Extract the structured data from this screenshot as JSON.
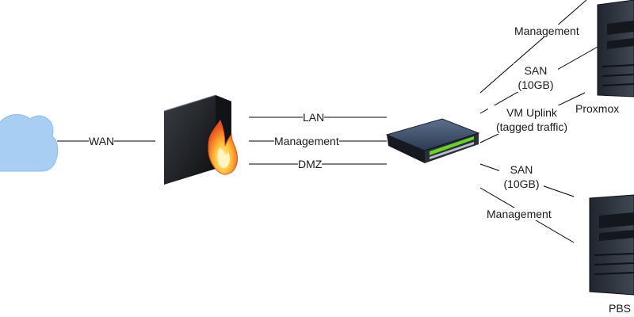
{
  "links": {
    "wan": "WAN",
    "lan": "LAN",
    "management_fw": "Management",
    "dmz": "DMZ",
    "management_proxmox": "Management",
    "san_proxmox_line1": "SAN",
    "san_proxmox_line2": "(10GB)",
    "vm_uplink_line1": "VM Uplink",
    "vm_uplink_line2": "(tagged traffic)",
    "san_pbs_line1": "SAN",
    "san_pbs_line2": "(10GB)",
    "management_pbs": "Management"
  },
  "nodes": {
    "internet": {
      "icon": "cloud-icon"
    },
    "firewall": {
      "icon": "firewall-icon"
    },
    "switch": {
      "icon": "network-switch-icon"
    },
    "proxmox": {
      "label": "Proxmox",
      "icon": "server-tower-icon"
    },
    "pbs": {
      "label": "PBS",
      "icon": "server-tower-icon"
    }
  },
  "colors": {
    "cloud": "#a9cef4",
    "line": "#000000",
    "flame_outer": "#f05a1a",
    "flame_inner": "#ffd24a",
    "switch_ports": "#6cd12e"
  }
}
